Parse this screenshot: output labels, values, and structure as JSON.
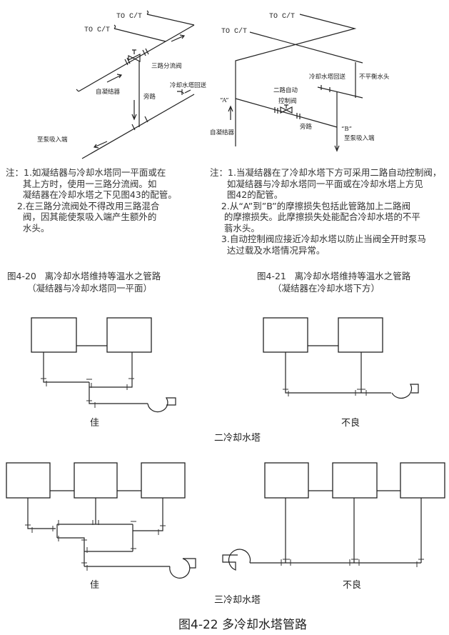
{
  "fig20": {
    "to_ct_upper": "TO C/T",
    "to_ct_lower": "TO C/T",
    "valve_label": "三路分流阀",
    "from_condenser": "自凝结器",
    "bypass": "旁路",
    "tower_return": "冷却水塔回送",
    "to_pump": "至泵吸入端",
    "notes": [
      "注：1.如凝结器与冷却水塔同一平面或在",
      "      其上方时，使用一三路分流阀。如",
      "      凝结器在冷却水塔之下见图43的配管。",
      "    2.在三路分流阀处不得改用三路混合",
      "      阀，因其能使泵吸入端产生额外的",
      "      水头。"
    ],
    "caption_line1": "图4-20   离冷却水塔维持等温水之管路",
    "caption_line2": "（凝结器与冷却水塔同一平面）"
  },
  "fig21": {
    "to_ct_upper": "TO C/T",
    "to_ct_lower": "TO C/T",
    "tower_return": "冷却水塔回送",
    "unbalanced_head": "不平衡水头",
    "valve_label_1": "二路自动",
    "valve_label_2": "控制阀",
    "point_a": "“A”",
    "point_b": "“B”",
    "from_condenser": "自凝结器",
    "bypass": "旁路",
    "to_pump": "至泵吸入端",
    "notes": [
      "注：1.当凝结器在了冷却水塔下方可采用二路自动控制阀，",
      "      如凝结器与冷却水塔同一平面或在冷却水塔上方见",
      "      图42的配管。",
      "    2.从“A”到”B”的摩擦损失包括此管路加上二路阀",
      "     的摩擦损失。此摩擦损失处能配合冷却水塔的不平",
      "     蓊水头。",
      "    3.自动控制阀应接近冷却水塔以防止当阀全开时泵马",
      "      达过载及水塔情况异常。"
    ],
    "caption_line1": "图4-21   离冷却水塔维持等温水之管路",
    "caption_line2": "（凝结器在冷却水塔下方）"
  },
  "fig22": {
    "good": "佳",
    "bad": "不良",
    "two_towers": "二冷却水塔",
    "good_3": "佳",
    "bad_3": "不良",
    "three_towers": "三冷却水塔",
    "caption": "图4-22 多冷却水塔管路"
  }
}
